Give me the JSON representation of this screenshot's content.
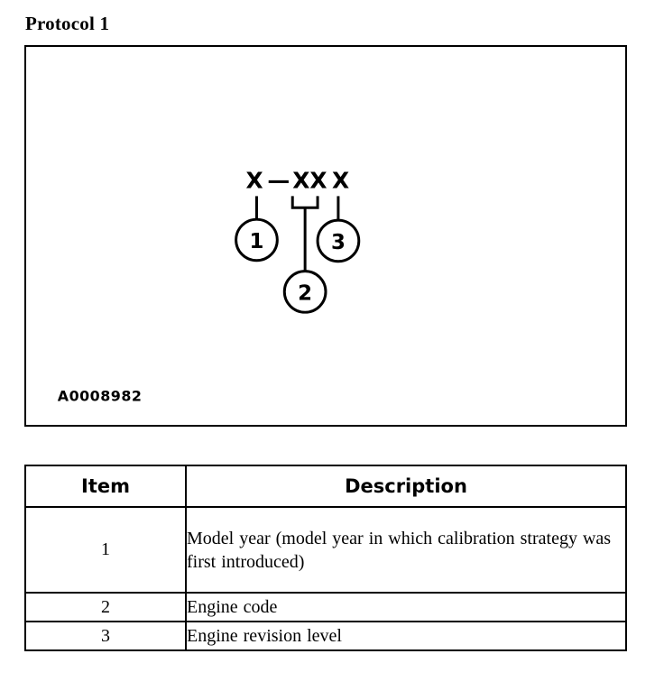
{
  "title": "Protocol 1",
  "figure": {
    "code_segments": [
      {
        "id": "seg-1",
        "text": "X"
      },
      {
        "id": "seg-dash",
        "text": "—"
      },
      {
        "id": "seg-2",
        "text": "XX"
      },
      {
        "id": "seg-3",
        "text": "X"
      }
    ],
    "code_string": "X —XX X",
    "callouts": [
      {
        "id": "callout-1",
        "label": "1"
      },
      {
        "id": "callout-2",
        "label": "2"
      },
      {
        "id": "callout-3",
        "label": "3"
      }
    ],
    "figure_id": "A0008982"
  },
  "table": {
    "headers": {
      "item": "Item",
      "description": "Description"
    },
    "rows": [
      {
        "item": "1",
        "description": "Model year (model year in which calibration strategy was first introduced)"
      },
      {
        "item": "2",
        "description": "Engine code"
      },
      {
        "item": "3",
        "description": "Engine revision level"
      }
    ]
  },
  "colors": {
    "ink": "#000000",
    "paper": "#ffffff"
  }
}
